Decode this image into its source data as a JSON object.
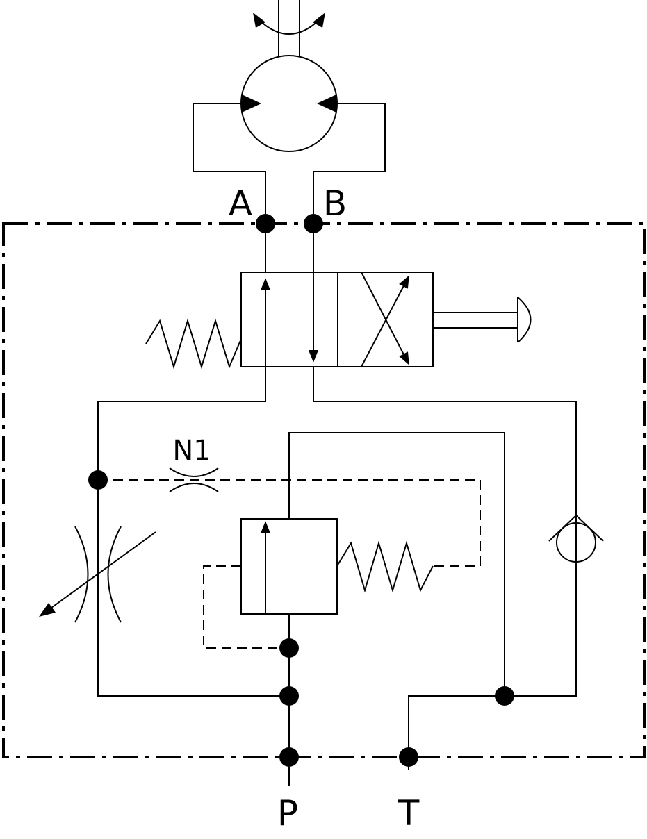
{
  "diagram": {
    "title": "",
    "labels": {
      "port_a": "A",
      "port_b": "B",
      "port_p": "P",
      "port_t": "T",
      "orifice": "N1"
    },
    "components": [
      "hydraulic-motor-bidirectional",
      "directional-valve-4-2-lever-spring",
      "fixed-orifice-n1",
      "adjustable-throttle-valve",
      "pressure-valve-spring-pilot",
      "check-valve"
    ],
    "colors": {
      "line": "#000000",
      "background": "#ffffff"
    }
  }
}
